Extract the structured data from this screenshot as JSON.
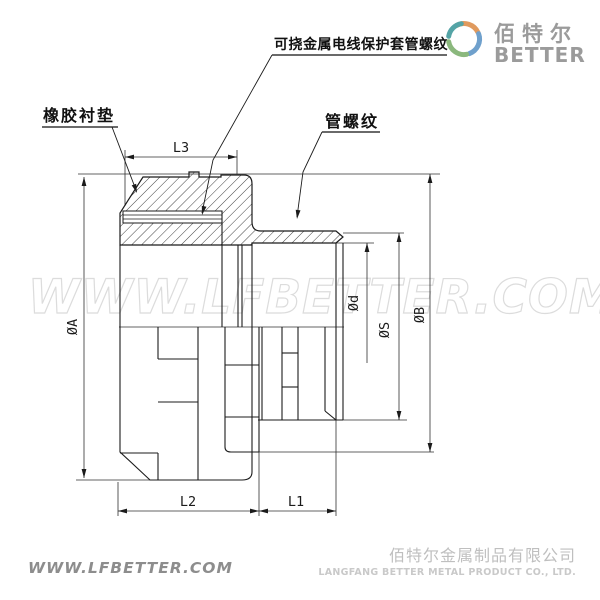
{
  "colors": {
    "line": "#1b1b1b",
    "thin": "#2f2f2f",
    "watermark": "#dcdcdc",
    "footer_gray": "#8d8d8d",
    "company_cn": "#bfbfbf",
    "company_en": "#c9c9c9",
    "logo_text": "#9b9b9b",
    "logo_orange": "#e09a5e",
    "logo_blue": "#6fa0cc",
    "logo_green": "#8bb87d",
    "logo_teal": "#54a4a6"
  },
  "logo": {
    "name_cn": "佰特尔",
    "name_en": "BETTER"
  },
  "callouts": {
    "conduit_thread": "可挠金属电线保护套管螺纹",
    "rubber_gasket": "橡胶衬垫",
    "pipe_thread": "管螺纹"
  },
  "dimensions": {
    "l3": "L3",
    "l2": "L2",
    "l1": "L1",
    "dia_a": "ØA",
    "dia_d": "Ød",
    "dia_s": "ØS",
    "dia_b": "ØB"
  },
  "watermark": {
    "text": "WWW.LFBETTER.COM"
  },
  "footer": {
    "website": "WWW.LFBETTER.COM",
    "company_cn": "佰特尔金属制品有限公司",
    "company_en": "LANGFANG BETTER METAL PRODUCT CO., LTD."
  }
}
